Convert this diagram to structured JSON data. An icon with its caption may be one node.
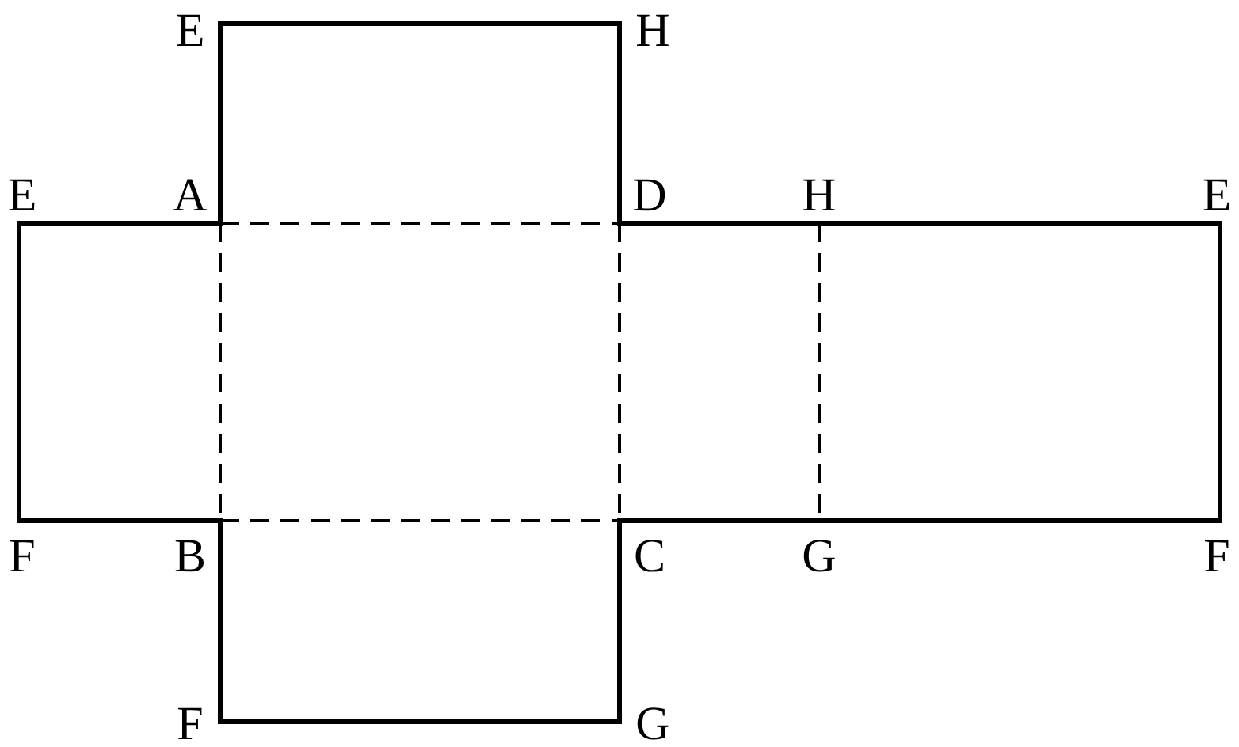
{
  "diagram": {
    "labels": [
      "E",
      "H",
      "E",
      "A",
      "D",
      "H",
      "E",
      "F",
      "B",
      "C",
      "G",
      "F",
      "F",
      "G"
    ]
  }
}
